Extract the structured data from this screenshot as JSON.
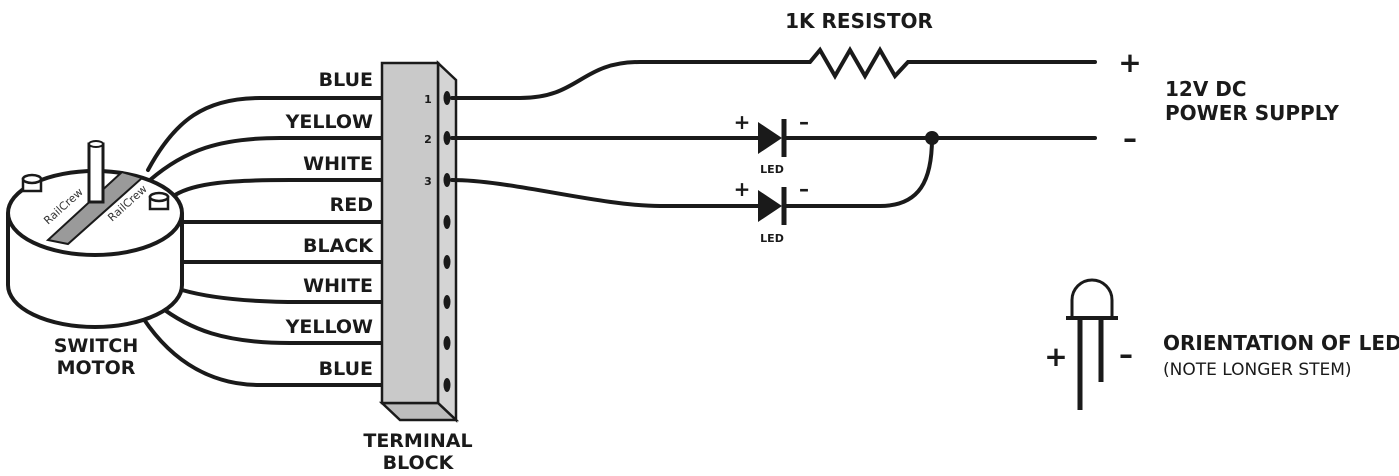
{
  "motor": {
    "label_line1": "SWITCH",
    "label_line2": "MOTOR",
    "brand": "RailCrew"
  },
  "terminal_block": {
    "label_line1": "TERMINAL",
    "label_line2": "BLOCK",
    "pins": [
      "1",
      "2",
      "3"
    ]
  },
  "wires": [
    "BLUE",
    "YELLOW",
    "WHITE",
    "RED",
    "BLACK",
    "WHITE",
    "YELLOW",
    "BLUE"
  ],
  "resistor": {
    "label": "1K RESISTOR"
  },
  "power_supply": {
    "label_line1": "12V DC",
    "label_line2": "POWER SUPPLY",
    "plus": "+",
    "minus": "–"
  },
  "leds": [
    {
      "label": "LED",
      "plus": "+",
      "minus": "–"
    },
    {
      "label": "LED",
      "plus": "+",
      "minus": "–"
    }
  ],
  "orientation": {
    "title": "ORIENTATION OF LED",
    "note": "(NOTE LONGER STEM)",
    "plus": "+",
    "minus": "–"
  }
}
